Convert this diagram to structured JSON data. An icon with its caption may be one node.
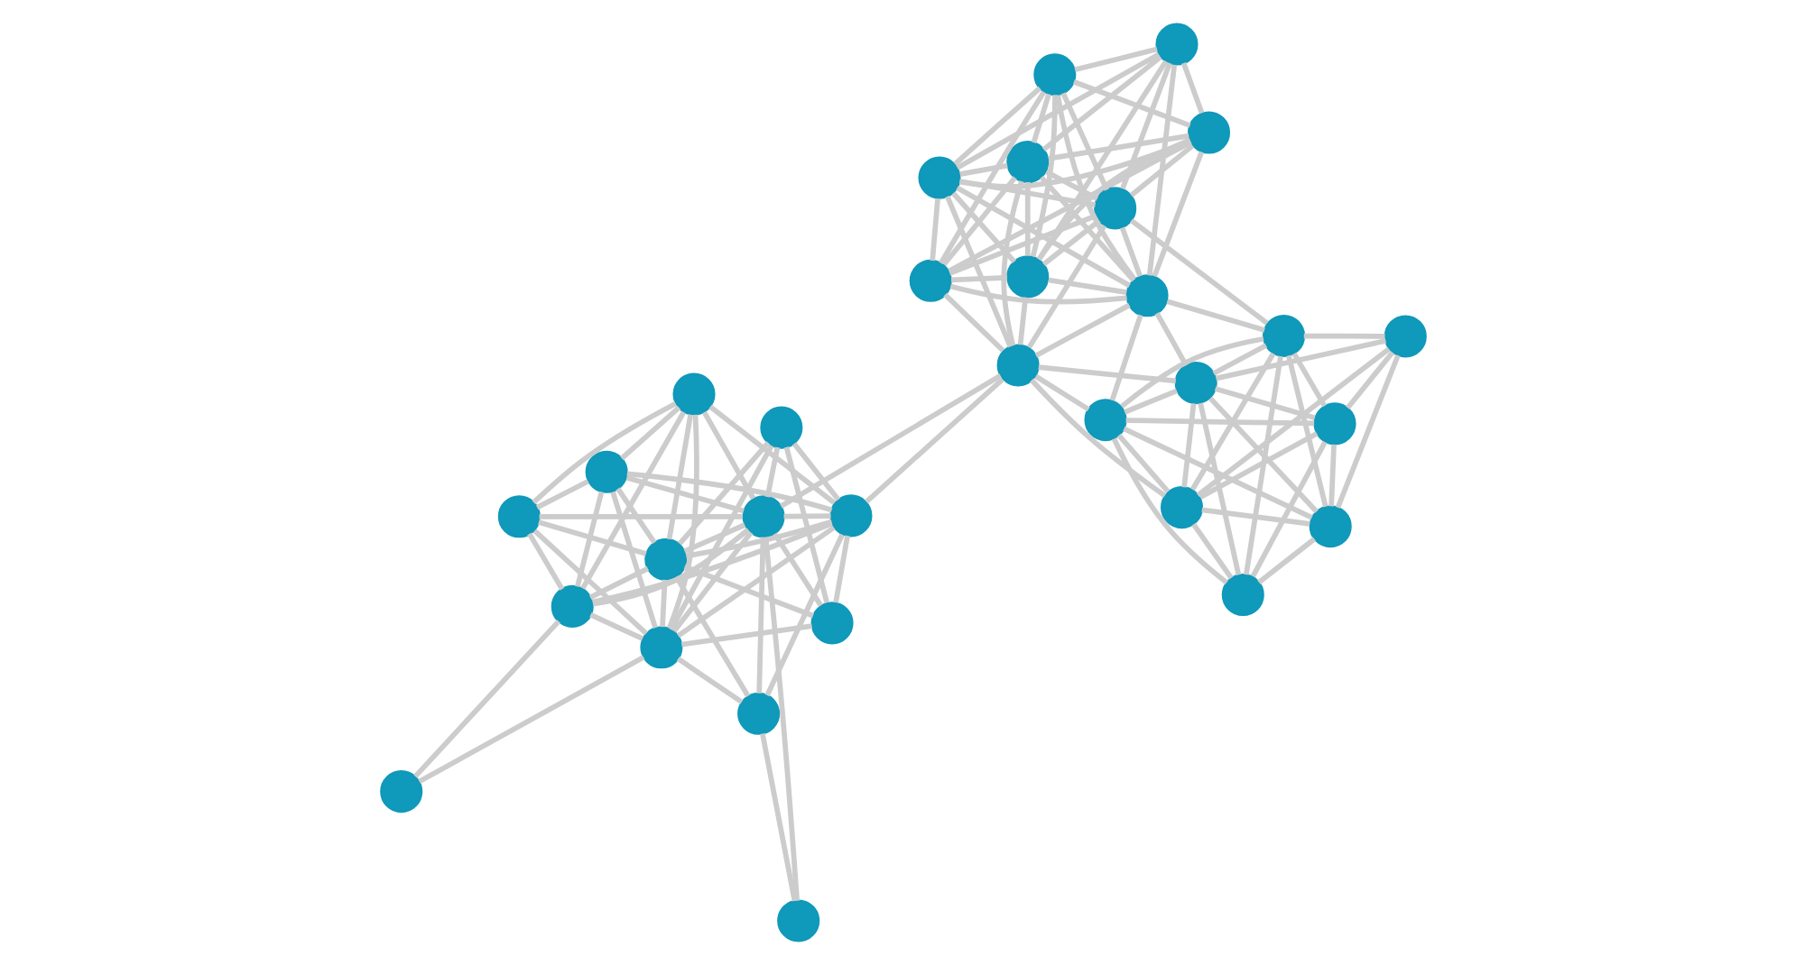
{
  "diagram": {
    "nodes": [
      {
        "text": [],
        "shape": "circle"
      },
      {
        "text": [],
        "shape": "circle"
      },
      {
        "text": [],
        "shape": "circle"
      },
      {
        "text": [],
        "shape": "circle"
      },
      {
        "text": [],
        "shape": "circle"
      },
      {
        "text": [],
        "shape": "circle"
      },
      {
        "text": [],
        "shape": "circle"
      },
      {
        "text": [],
        "shape": "circle"
      },
      {
        "text": [],
        "shape": "circle"
      },
      {
        "text": [],
        "shape": "circle"
      },
      {
        "text": [],
        "shape": "circle"
      },
      {
        "text": [],
        "shape": "circle"
      },
      {
        "text": [],
        "shape": "circle"
      },
      {
        "text": [],
        "shape": "circle"
      },
      {
        "text": [],
        "shape": "circle"
      },
      {
        "text": [],
        "shape": "circle"
      },
      {
        "text": [],
        "shape": "circle"
      },
      {
        "text": [],
        "shape": "circle"
      },
      {
        "text": [],
        "shape": "circle"
      },
      {
        "text": [],
        "shape": "circle"
      },
      {
        "text": [],
        "shape": "circle"
      },
      {
        "text": [],
        "shape": "circle"
      },
      {
        "text": [],
        "shape": "circle"
      },
      {
        "text": [],
        "shape": "circle"
      },
      {
        "text": [],
        "shape": "circle"
      },
      {
        "text": [],
        "shape": "circle"
      },
      {
        "text": [],
        "shape": "circle"
      },
      {
        "text": [],
        "shape": "circle"
      },
      {
        "text": [],
        "shape": "circle"
      },
      {
        "text": [],
        "shape": "circle"
      },
      {
        "text": [],
        "shape": "circle"
      }
    ],
    "edges": [
      {
        "from": 0,
        "to": 1,
        "arrow": "none"
      },
      {
        "from": 0,
        "to": 4,
        "arrow": "none"
      },
      {
        "from": 1,
        "to": 5,
        "arrow": "none"
      },
      {
        "from": 1,
        "to": 6,
        "arrow": "none"
      },
      {
        "from": 1,
        "to": 4,
        "arrow": "none"
      },
      {
        "from": 1,
        "to": 7,
        "arrow": "none"
      },
      {
        "from": 2,
        "to": 3,
        "arrow": "none"
      },
      {
        "from": 2,
        "to": 5,
        "arrow": "none"
      },
      {
        "from": 2,
        "to": 6,
        "arrow": "none"
      },
      {
        "from": 2,
        "to": 4,
        "arrow": "none"
      },
      {
        "from": 2,
        "to": 7,
        "arrow": "none"
      },
      {
        "from": 3,
        "to": 7,
        "arrow": "none"
      },
      {
        "from": 3,
        "to": 5,
        "arrow": "none"
      },
      {
        "from": 3,
        "to": 4,
        "arrow": "none"
      },
      {
        "from": 3,
        "to": 6,
        "arrow": "none"
      },
      {
        "from": 4,
        "to": 5,
        "arrow": "none"
      },
      {
        "from": 4,
        "to": 6,
        "arrow": "none"
      },
      {
        "from": 4,
        "to": 7,
        "arrow": "none"
      },
      {
        "from": 4,
        "to": 9,
        "arrow": "none"
      },
      {
        "from": 4,
        "to": 11,
        "arrow": "none"
      },
      {
        "from": 4,
        "to": 12,
        "arrow": "none"
      },
      {
        "from": 4,
        "to": 10,
        "arrow": "none"
      },
      {
        "from": 5,
        "to": 8,
        "arrow": "none"
      },
      {
        "from": 5,
        "to": 9,
        "arrow": "none"
      },
      {
        "from": 5,
        "to": 6,
        "arrow": "none"
      },
      {
        "from": 5,
        "to": 7,
        "arrow": "none"
      },
      {
        "from": 5,
        "to": 11,
        "arrow": "none"
      },
      {
        "from": 5,
        "to": 12,
        "arrow": "none"
      },
      {
        "from": 5,
        "to": 10,
        "arrow": "none"
      },
      {
        "from": 6,
        "to": 9,
        "arrow": "none"
      },
      {
        "from": 6,
        "to": 7,
        "arrow": "none"
      },
      {
        "from": 6,
        "to": 11,
        "arrow": "none"
      },
      {
        "from": 6,
        "to": 12,
        "arrow": "none"
      },
      {
        "from": 6,
        "to": 10,
        "arrow": "none"
      },
      {
        "from": 7,
        "to": 9,
        "arrow": "none"
      },
      {
        "from": 7,
        "to": 11,
        "arrow": "none"
      },
      {
        "from": 7,
        "to": 10,
        "arrow": "none"
      },
      {
        "from": 8,
        "to": 9,
        "arrow": "none"
      },
      {
        "from": 9,
        "to": 11,
        "arrow": "none"
      },
      {
        "from": 9,
        "to": 10,
        "arrow": "none"
      },
      {
        "from": 9,
        "to": 12,
        "arrow": "none"
      },
      {
        "from": 10,
        "to": 11,
        "arrow": "none"
      },
      {
        "from": 10,
        "to": 12,
        "arrow": "none"
      },
      {
        "from": 11,
        "to": 12,
        "arrow": "none"
      },
      {
        "from": 4,
        "to": 21,
        "arrow": "none"
      },
      {
        "from": 7,
        "to": 21,
        "arrow": "none"
      },
      {
        "from": 13,
        "to": 14,
        "arrow": "none"
      },
      {
        "from": 13,
        "to": 15,
        "arrow": "none"
      },
      {
        "from": 13,
        "to": 16,
        "arrow": "none"
      },
      {
        "from": 13,
        "to": 17,
        "arrow": "none"
      },
      {
        "from": 13,
        "to": 18,
        "arrow": "none"
      },
      {
        "from": 13,
        "to": 19,
        "arrow": "none"
      },
      {
        "from": 13,
        "to": 20,
        "arrow": "none"
      },
      {
        "from": 13,
        "to": 22,
        "arrow": "none"
      },
      {
        "from": 14,
        "to": 15,
        "arrow": "none"
      },
      {
        "from": 14,
        "to": 16,
        "arrow": "none"
      },
      {
        "from": 14,
        "to": 17,
        "arrow": "none"
      },
      {
        "from": 14,
        "to": 18,
        "arrow": "none"
      },
      {
        "from": 14,
        "to": 19,
        "arrow": "none"
      },
      {
        "from": 14,
        "to": 20,
        "arrow": "none"
      },
      {
        "from": 14,
        "to": 22,
        "arrow": "none"
      },
      {
        "from": 15,
        "to": 16,
        "arrow": "none"
      },
      {
        "from": 15,
        "to": 17,
        "arrow": "none"
      },
      {
        "from": 15,
        "to": 18,
        "arrow": "none"
      },
      {
        "from": 15,
        "to": 19,
        "arrow": "none"
      },
      {
        "from": 15,
        "to": 20,
        "arrow": "none"
      },
      {
        "from": 15,
        "to": 21,
        "arrow": "none"
      },
      {
        "from": 15,
        "to": 22,
        "arrow": "none"
      },
      {
        "from": 16,
        "to": 17,
        "arrow": "none"
      },
      {
        "from": 16,
        "to": 18,
        "arrow": "none"
      },
      {
        "from": 16,
        "to": 21,
        "arrow": "none"
      },
      {
        "from": 16,
        "to": 22,
        "arrow": "none"
      },
      {
        "from": 16,
        "to": 20,
        "arrow": "none"
      },
      {
        "from": 17,
        "to": 18,
        "arrow": "none"
      },
      {
        "from": 17,
        "to": 19,
        "arrow": "none"
      },
      {
        "from": 17,
        "to": 21,
        "arrow": "none"
      },
      {
        "from": 17,
        "to": 22,
        "arrow": "none"
      },
      {
        "from": 17,
        "to": 20,
        "arrow": "none"
      },
      {
        "from": 18,
        "to": 19,
        "arrow": "none"
      },
      {
        "from": 18,
        "to": 20,
        "arrow": "none"
      },
      {
        "from": 18,
        "to": 21,
        "arrow": "none"
      },
      {
        "from": 18,
        "to": 22,
        "arrow": "none"
      },
      {
        "from": 19,
        "to": 20,
        "arrow": "none"
      },
      {
        "from": 19,
        "to": 22,
        "arrow": "none"
      },
      {
        "from": 20,
        "to": 21,
        "arrow": "none"
      },
      {
        "from": 20,
        "to": 22,
        "arrow": "none"
      },
      {
        "from": 21,
        "to": 22,
        "arrow": "none"
      },
      {
        "from": 20,
        "to": 23,
        "arrow": "none"
      },
      {
        "from": 22,
        "to": 23,
        "arrow": "none"
      },
      {
        "from": 21,
        "to": 25,
        "arrow": "none"
      },
      {
        "from": 21,
        "to": 26,
        "arrow": "none"
      },
      {
        "from": 21,
        "to": 24,
        "arrow": "none"
      },
      {
        "from": 22,
        "to": 25,
        "arrow": "none"
      },
      {
        "from": 22,
        "to": 24,
        "arrow": "none"
      },
      {
        "from": 23,
        "to": 24,
        "arrow": "none"
      },
      {
        "from": 23,
        "to": 25,
        "arrow": "none"
      },
      {
        "from": 23,
        "to": 26,
        "arrow": "none"
      },
      {
        "from": 23,
        "to": 30,
        "arrow": "none"
      },
      {
        "from": 23,
        "to": 27,
        "arrow": "none"
      },
      {
        "from": 23,
        "to": 29,
        "arrow": "none"
      },
      {
        "from": 23,
        "to": 28,
        "arrow": "none"
      },
      {
        "from": 24,
        "to": 25,
        "arrow": "none"
      },
      {
        "from": 24,
        "to": 26,
        "arrow": "none"
      },
      {
        "from": 24,
        "to": 28,
        "arrow": "none"
      },
      {
        "from": 24,
        "to": 30,
        "arrow": "none"
      },
      {
        "from": 24,
        "to": 29,
        "arrow": "none"
      },
      {
        "from": 24,
        "to": 27,
        "arrow": "none"
      },
      {
        "from": 25,
        "to": 26,
        "arrow": "none"
      },
      {
        "from": 25,
        "to": 28,
        "arrow": "none"
      },
      {
        "from": 25,
        "to": 29,
        "arrow": "none"
      },
      {
        "from": 25,
        "to": 30,
        "arrow": "none"
      },
      {
        "from": 26,
        "to": 27,
        "arrow": "none"
      },
      {
        "from": 26,
        "to": 28,
        "arrow": "none"
      },
      {
        "from": 26,
        "to": 29,
        "arrow": "none"
      },
      {
        "from": 26,
        "to": 30,
        "arrow": "none"
      },
      {
        "from": 27,
        "to": 28,
        "arrow": "none"
      },
      {
        "from": 27,
        "to": 29,
        "arrow": "none"
      },
      {
        "from": 28,
        "to": 29,
        "arrow": "none"
      },
      {
        "from": 28,
        "to": 30,
        "arrow": "none"
      },
      {
        "from": 29,
        "to": 30,
        "arrow": "none"
      }
    ]
  }
}
